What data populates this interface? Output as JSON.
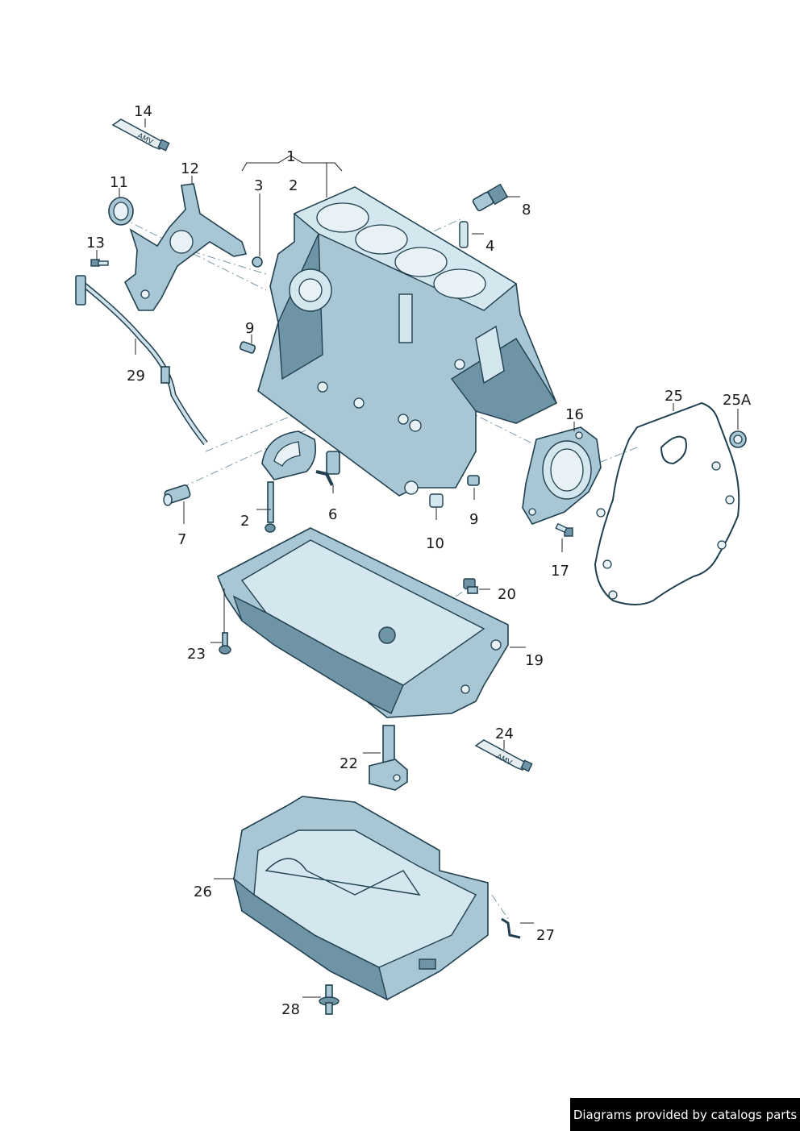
{
  "callouts": {
    "c1": "1",
    "c2a": "2",
    "c2b": "2",
    "c3": "3",
    "c4": "4",
    "c6": "6",
    "c7": "7",
    "c8": "8",
    "c9a": "9",
    "c9b": "9",
    "c10": "10",
    "c11": "11",
    "c12": "12",
    "c13": "13",
    "c14": "14",
    "c16": "16",
    "c17": "17",
    "c19": "19",
    "c20": "20",
    "c22": "22",
    "c23": "23",
    "c24": "24",
    "c25": "25",
    "c25a": "25A",
    "c26": "26",
    "c27": "27",
    "c28": "28",
    "c29": "29"
  },
  "tube_text": "AMV",
  "footer": "Diagrams provided by catalogs parts",
  "colors": {
    "part_fill": "#a8c6d3",
    "outline": "#20404f",
    "footer_bg": "#000000"
  }
}
